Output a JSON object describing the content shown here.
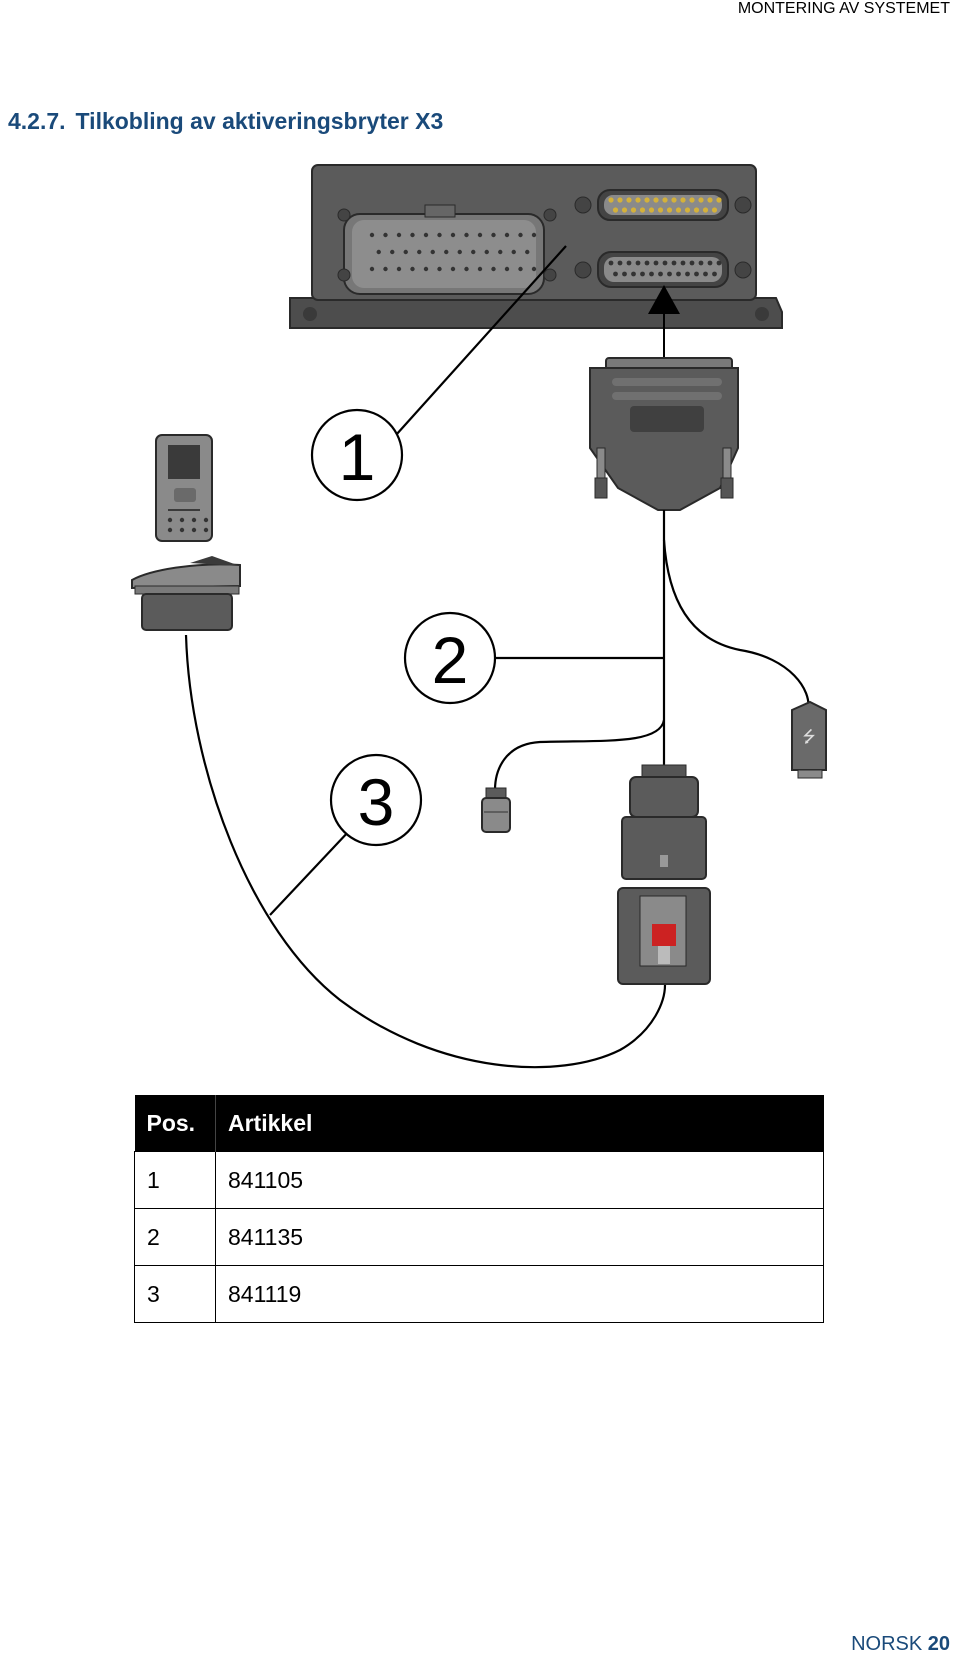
{
  "header": {
    "text": "MONTERING AV SYSTEMET"
  },
  "section": {
    "number": "4.2.7.",
    "title": "Tilkobling av aktiveringsbryter X3"
  },
  "diagram": {
    "callouts": [
      "1",
      "2",
      "3"
    ],
    "colors": {
      "body": "#5b5b5b",
      "dark": "#3f3f3f",
      "panel": "#8a8a8a",
      "gold": "#d4b13a",
      "red": "#cc2222"
    },
    "icons": [
      "control-unit",
      "dsub-connector",
      "rocker-switch",
      "switch-housing",
      "usb-connector",
      "round-plug",
      "automotive-connector-male",
      "automotive-connector-female",
      "arrow-up"
    ]
  },
  "table": {
    "headers": {
      "pos": "Pos.",
      "article": "Artikkel"
    },
    "rows": [
      {
        "pos": "1",
        "article": "841105"
      },
      {
        "pos": "2",
        "article": "841135"
      },
      {
        "pos": "3",
        "article": "841119"
      }
    ]
  },
  "footer": {
    "language": "NORSK",
    "page": "20"
  }
}
